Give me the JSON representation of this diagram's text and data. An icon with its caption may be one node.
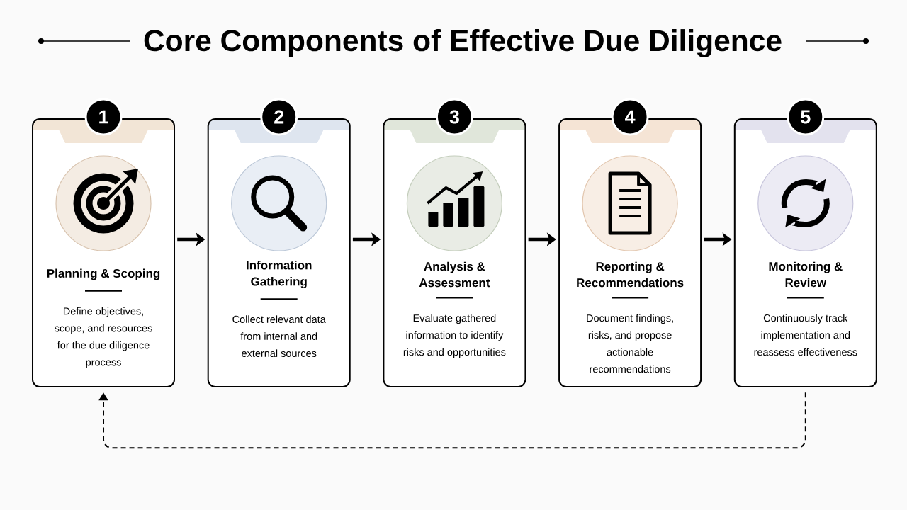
{
  "diagram": {
    "title": "Core Components of Effective Due Diligence",
    "nodes": [
      {
        "text": [
          "1"
        ]
      },
      {
        "text": [
          "Planning & Scoping",
          "Define objectives, scope, and resources for the due diligence process"
        ]
      },
      {
        "text": [
          "2"
        ]
      },
      {
        "text": [
          "Information Gathering",
          "Collect relevant data from internal and external sources"
        ]
      },
      {
        "text": [
          "3"
        ]
      },
      {
        "text": [
          "Analysis & Assessment",
          "Evaluate gathered information to identify risks and opportunities"
        ]
      },
      {
        "text": [
          "4"
        ]
      },
      {
        "text": [
          "Reporting & Recommendations",
          "Document findings, risks, and propose actionable recommendations"
        ]
      },
      {
        "text": [
          "5"
        ]
      },
      {
        "text": [
          "Monitoring & Review",
          "Continuously track implementation and reassess effectiveness"
        ]
      }
    ],
    "edges": [
      {
        "from": 1,
        "to": 3,
        "arrow": "to"
      },
      {
        "from": 3,
        "to": 5,
        "arrow": "to"
      },
      {
        "from": 5,
        "to": 7,
        "arrow": "to"
      },
      {
        "from": 7,
        "to": 9,
        "arrow": "to"
      },
      {
        "from": 9,
        "to": 1,
        "arrow": "to",
        "style": "dashed"
      }
    ]
  }
}
